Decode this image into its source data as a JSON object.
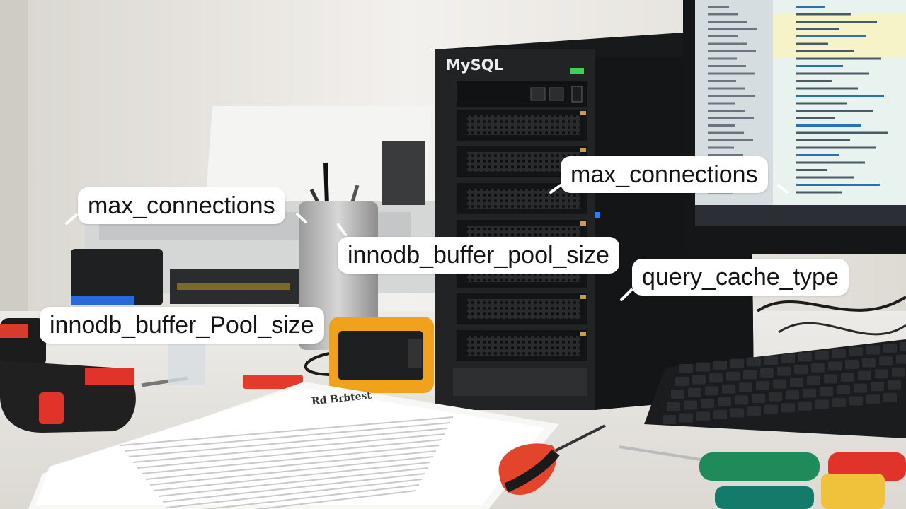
{
  "brand": {
    "text": "MySQL"
  },
  "document": {
    "title": "Rd Brbtest"
  },
  "labels": [
    {
      "id": "max-connections-left",
      "text": "max_connections"
    },
    {
      "id": "max-connections-right",
      "text": "max_connections"
    },
    {
      "id": "innodb-buffer-pool-size-center",
      "text": "innodb_buffer_pool_size"
    },
    {
      "id": "query-cache-type",
      "text": "query_cache_type"
    },
    {
      "id": "innodb-buffer-pool-size-left",
      "text": "innodb_buffer_Pool_size"
    }
  ],
  "colors": {
    "wall": "#e9e6e0",
    "desk": "#e6e3de",
    "server": "#1c1d1f",
    "monitor-screen": "#e8f2ef",
    "accent-orange": "#f1a21c",
    "accent-red": "#e0342a",
    "accent-green": "#1f8a5a"
  }
}
